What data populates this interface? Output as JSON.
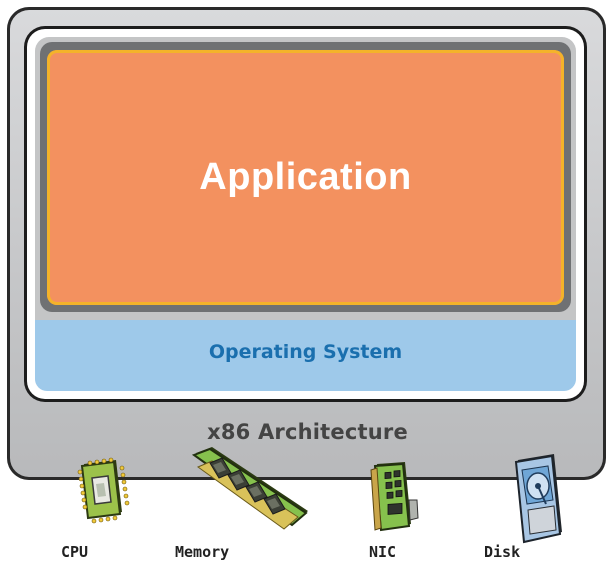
{
  "layers": {
    "application": "Application",
    "operating_system": "Operating System",
    "architecture": "x86 Architecture"
  },
  "hardware": [
    {
      "label": "CPU",
      "icon": "cpu-chip-icon"
    },
    {
      "label": "Memory",
      "icon": "memory-module-icon"
    },
    {
      "label": "NIC",
      "icon": "network-card-icon"
    },
    {
      "label": "Disk",
      "icon": "disk-drive-icon"
    }
  ],
  "colors": {
    "application_fill": "#f3915f",
    "application_border": "#f4b32a",
    "os_band": "#9ec9ea",
    "os_text": "#1a6fae",
    "frame": "#c6c7c9",
    "circuit_green": "#7bbf4a"
  }
}
